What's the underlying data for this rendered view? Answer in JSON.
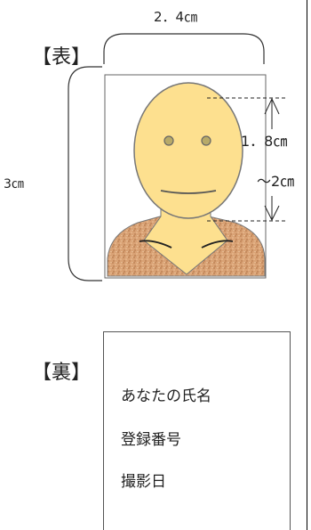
{
  "front": {
    "label": "【表】",
    "width_label": "2．4㎝",
    "height_label": "3㎝",
    "face_label": "1．8㎝",
    "face_label2": "～2㎝"
  },
  "back": {
    "label": "【裏】",
    "lines": [
      "あなたの氏名",
      "登録番号",
      "撮影日"
    ]
  },
  "colors": {
    "face": "#fde08f",
    "shirt": "#d9a275",
    "outline": "#777777"
  }
}
